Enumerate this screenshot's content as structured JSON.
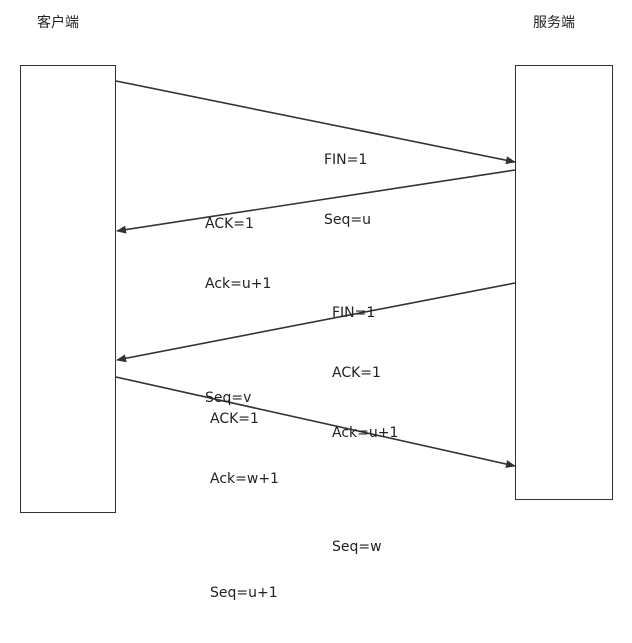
{
  "nodes": {
    "client": {
      "label": "客户端"
    },
    "server": {
      "label": "服务端"
    }
  },
  "messages": [
    {
      "from": "client",
      "to": "server",
      "lines": [
        "FIN=1",
        "Seq=u"
      ]
    },
    {
      "from": "server",
      "to": "client",
      "lines": [
        "ACK=1",
        "Ack=u+1",
        "",
        "Seq=v"
      ]
    },
    {
      "from": "server",
      "to": "client",
      "lines": [
        "FIN=1",
        "ACK=1",
        "Ack=u+1",
        "",
        "Seq=w"
      ]
    },
    {
      "from": "client",
      "to": "server",
      "lines": [
        "ACK=1",
        "Ack=w+1",
        "",
        "Seq=u+1"
      ]
    }
  ],
  "colors": {
    "line": "#333333",
    "text": "#222222"
  }
}
